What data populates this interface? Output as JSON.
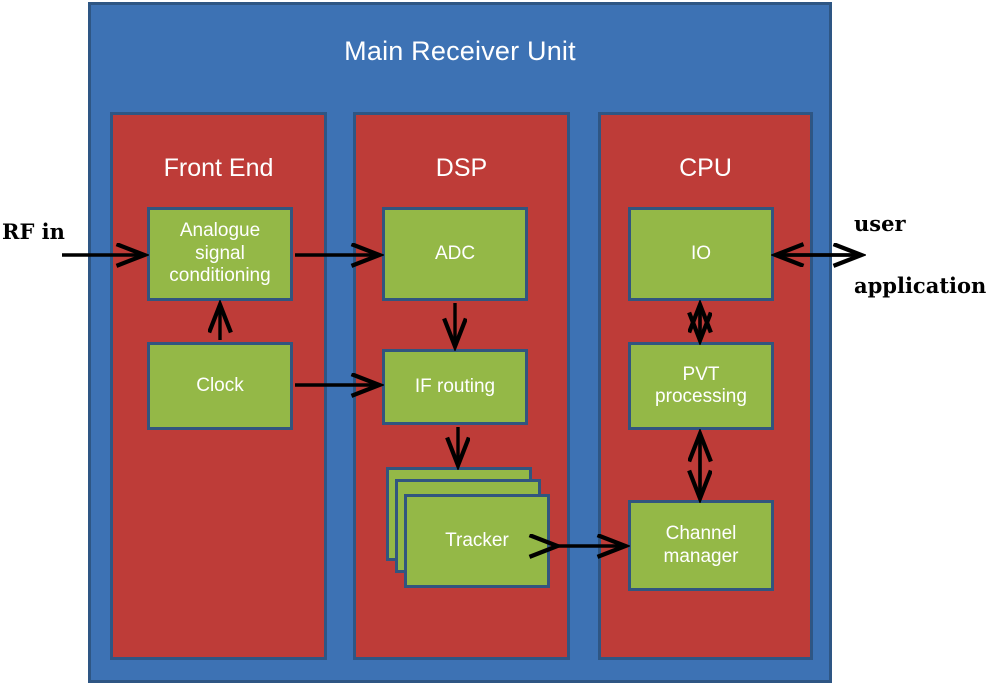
{
  "diagram": {
    "title": "Main Receiver Unit",
    "columns": [
      {
        "id": "front-end",
        "title": "Front End"
      },
      {
        "id": "dsp",
        "title": "DSP"
      },
      {
        "id": "cpu",
        "title": "CPU"
      }
    ],
    "blocks": {
      "analogue_signal_conditioning_l1": "Analogue",
      "analogue_signal_conditioning_l2": "signal",
      "analogue_signal_conditioning_l3": "conditioning",
      "clock": "Clock",
      "adc": "ADC",
      "if_routing": "IF routing",
      "tracker": "Tracker",
      "io": "IO",
      "pvt_processing_l1": "PVT",
      "pvt_processing_l2": "processing",
      "channel_manager_l1": "Channel",
      "channel_manager_l2": "manager"
    },
    "external_labels": {
      "rf_in": "RF in",
      "user": "user",
      "application": "application"
    },
    "colors": {
      "unit_fill": "#3d72b4",
      "unit_border": "#2e5684",
      "column_fill": "#be3c38",
      "block_fill": "#94b847",
      "block_border": "#31557f",
      "text_on_fill": "#ffffff",
      "arrow": "#000000",
      "page_background": "#ffffff"
    }
  }
}
